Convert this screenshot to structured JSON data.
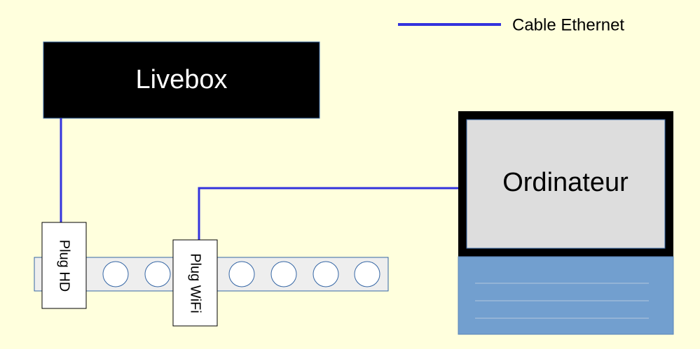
{
  "legend": {
    "label": "Cable Ethernet"
  },
  "nodes": {
    "livebox": {
      "label": "Livebox"
    },
    "ordinateur": {
      "label": "Ordinateur"
    },
    "plug_hd": {
      "label": "Plug HD"
    },
    "plug_wifi": {
      "label": "Plug WiFi"
    }
  },
  "colors": {
    "background": "#ffffdd",
    "cable": "#3333dd",
    "livebox": "#000000",
    "screen": "#dddddd",
    "keyboard": "#729fcf"
  }
}
